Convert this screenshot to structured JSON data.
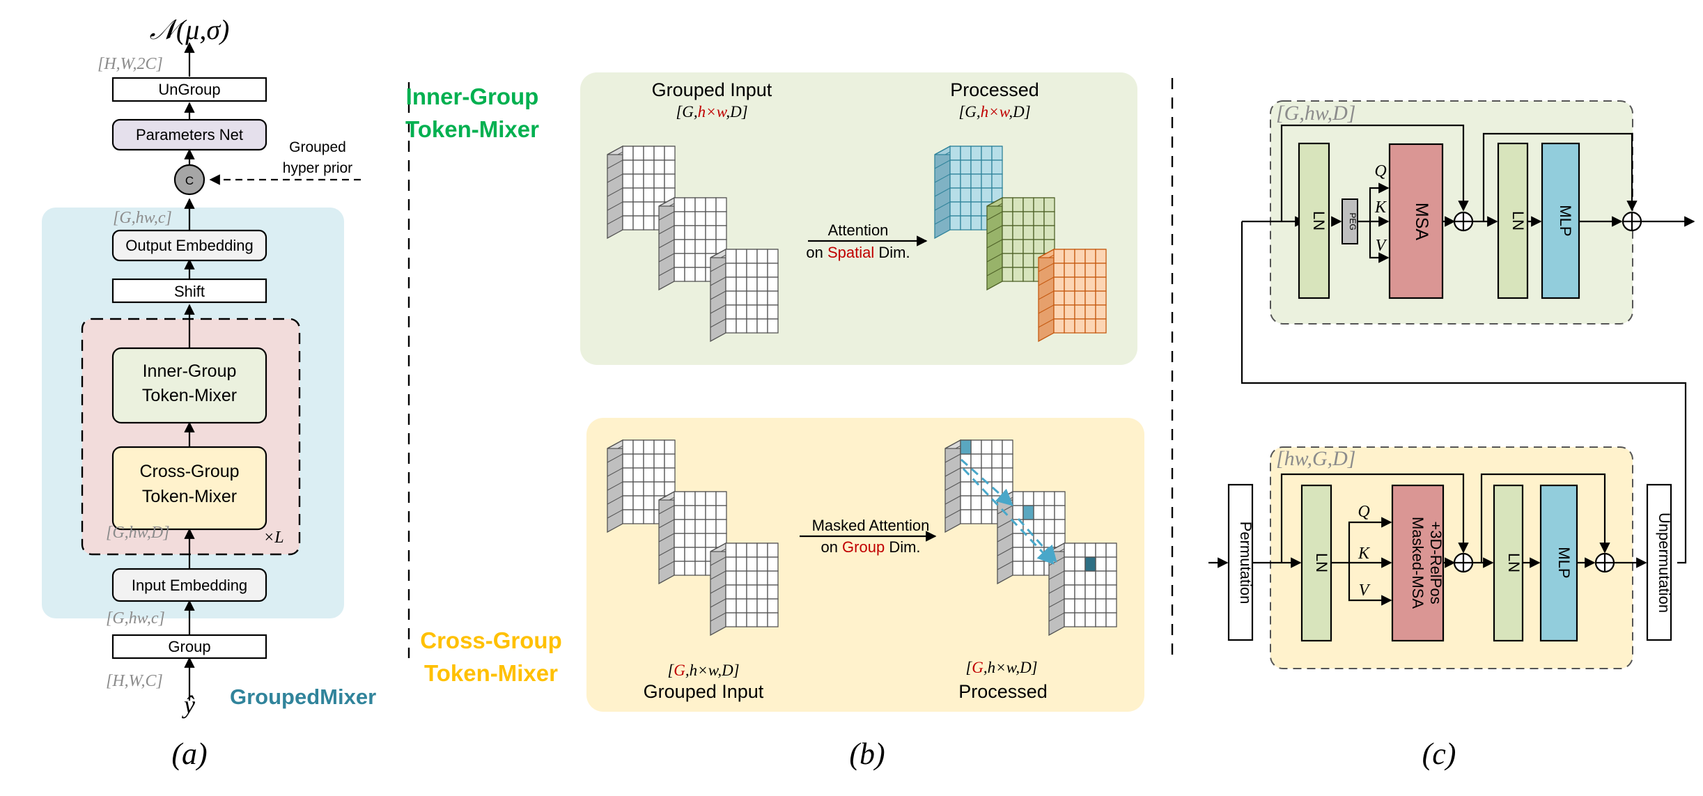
{
  "panel_a": {
    "output_dist": "𝒩(μ,σ)",
    "dims_top": "[H,W,2C]",
    "ungroup": "UnGroup",
    "params_net": "Parameters Net",
    "concat": "C",
    "hyper_prior_line1": "Grouped",
    "hyper_prior_line2": "hyper prior",
    "dims_out_embed": "[G,hw,c]",
    "output_embedding": "Output Embedding",
    "shift": "Shift",
    "inner_line1": "Inner-Group",
    "inner_line2": "Token-Mixer",
    "cross_line1": "Cross-Group",
    "cross_line2": "Token-Mixer",
    "dims_mixer": "[G,hw,D]",
    "repeat": "×L",
    "input_embedding": "Input Embedding",
    "dims_in_embed": "[G,hw,c]",
    "group": "Group",
    "dims_input": "[H,W,C]",
    "input_symbol": "ŷ",
    "grouped_mixer": "GroupedMixer",
    "caption": "(a)"
  },
  "panel_b": {
    "inner_title_line1": "Inner-Group",
    "inner_title_line2": "Token-Mixer",
    "cross_title_line1": "Cross-Group",
    "cross_title_line2": "Token-Mixer",
    "inner_input_label": "Grouped Input",
    "inner_output_label": "Processed",
    "attention_line1": "Attention",
    "attention_line2_a": "on ",
    "attention_line2_b": "Spatial",
    "attention_line2_c": " Dim.",
    "dims_open": "[G,",
    "dims_h": "h",
    "dims_x": "×",
    "dims_w": "w",
    "dims_close": ",D]",
    "cross_dims_open": "[",
    "cross_dims_G": "G",
    "cross_dims_rest": ",h×w,D]",
    "cross_input_label": "Grouped Input",
    "cross_output_label": "Processed",
    "masked_line1": "Masked Attention",
    "masked_line2_a": "on ",
    "masked_line2_b": "Group",
    "masked_line2_c": " Dim.",
    "caption": "(b)"
  },
  "panel_c": {
    "top_dims": "[G,hw,D]",
    "bottom_dims": "[hw,G,D]",
    "ln": "LN",
    "peg": "PEG",
    "msa": "MSA",
    "mlp": "MLP",
    "q": "Q",
    "k": "K",
    "v": "V",
    "masked_msa_line1": "Masked-MSA",
    "masked_msa_line2": "+3D-RelPos",
    "permutation": "Permutation",
    "unpermutation": "Unpermutation",
    "caption": "(c)"
  },
  "colors": {
    "green_text": "#00b050",
    "yellow_text": "#ffc000",
    "teal_text": "#31849b",
    "red_text": "#c00000",
    "light_blue_bg": "#dbeef3",
    "pink_bg": "#f2dcdb",
    "green_bg": "#ebf1de",
    "yellow_bg": "#fff2cc",
    "lavender": "#e5e0ec",
    "msa_red": "#da9694",
    "mlp_blue": "#92cddc",
    "ln_green": "#d8e4bc"
  }
}
